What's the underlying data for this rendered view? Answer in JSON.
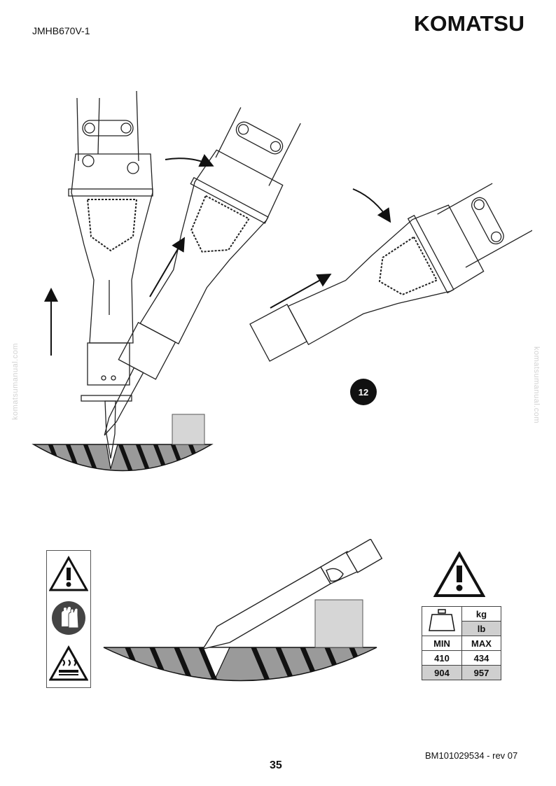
{
  "header": {
    "model_code": "JMHB670V-1",
    "brand": "KOMATSU"
  },
  "watermark": {
    "text": "komatsumanual.com"
  },
  "figure": {
    "badge": "12"
  },
  "safety_icons": [
    "warning-icon",
    "gloves-icon",
    "hot-surface-icon"
  ],
  "weight_table": {
    "unit_kg": "kg",
    "unit_lb": "lb",
    "min_label": "MIN",
    "max_label": "MAX",
    "kg_min": "410",
    "kg_max": "434",
    "lb_min": "904",
    "lb_max": "957"
  },
  "footer": {
    "page_number": "35",
    "doc_number": "BM101029534 - rev 07"
  },
  "colors": {
    "ink": "#111111",
    "box_gray": "#d6d6d6",
    "ground_gray": "#9a9a9a",
    "table_shade": "#cfcfcf"
  }
}
